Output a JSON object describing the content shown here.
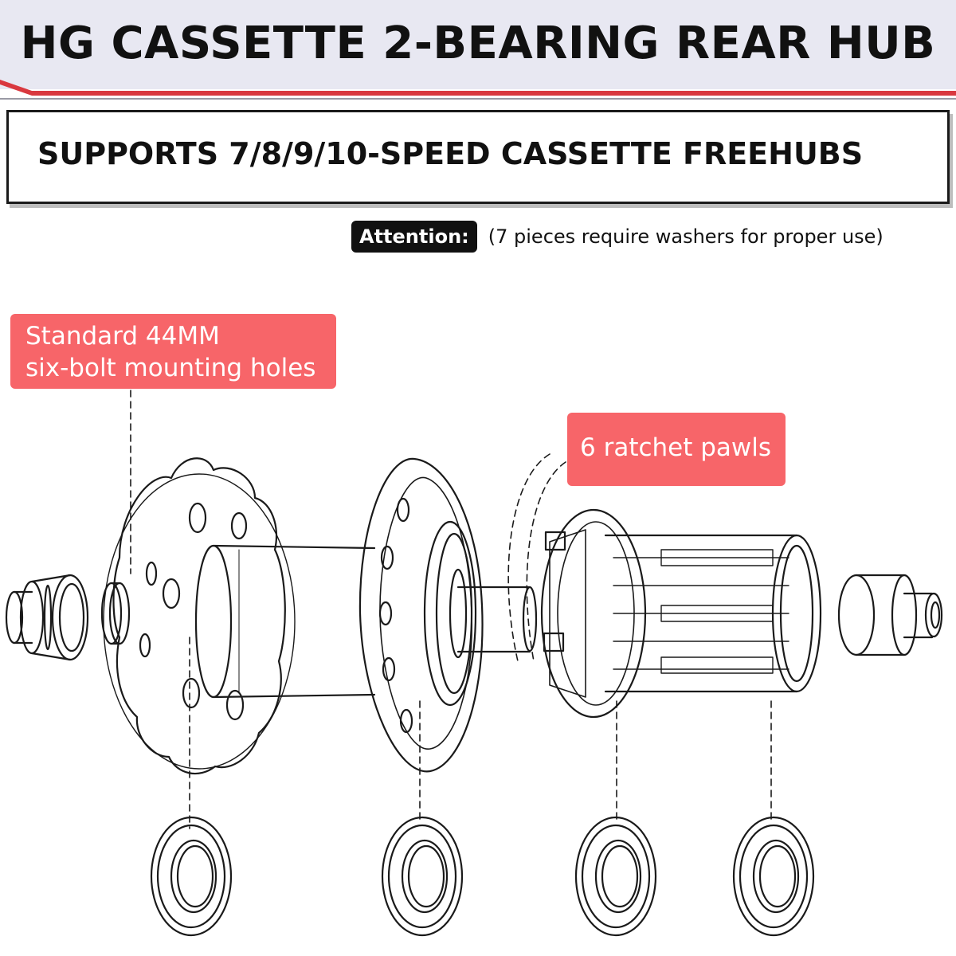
{
  "title": "HG CASSETTE 2-BEARING REAR HUB",
  "subtitle": "SUPPORTS 7/8/9/10-SPEED CASSETTE FREEHUBS",
  "attention": {
    "label": "Attention:",
    "note": "(7 pieces require washers for proper use)"
  },
  "callouts": {
    "mounting_line1": "Standard 44MM",
    "mounting_line2": "six-bolt mounting holes",
    "pawls": "6 ratchet pawls"
  },
  "colors": {
    "callout": "#f76569",
    "title_band": "#e8e8f2",
    "accent_stripe": "#d9383f",
    "line_art": "#1a1a1a"
  },
  "parts": [
    "left-end-cap",
    "left-hub-flange",
    "hub-body",
    "right-hub-flange",
    "cassette-freehub-body",
    "right-end-cap",
    "bearing-1",
    "bearing-2",
    "bearing-3",
    "bearing-4"
  ]
}
